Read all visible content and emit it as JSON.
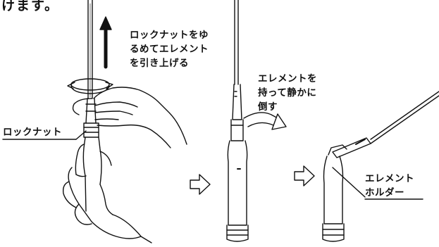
{
  "heading": "けます。",
  "step1": {
    "instruction_lines": [
      "ロックナットをゆ",
      "るめてエレメント",
      "を引き上げる"
    ],
    "part_label": "ロックナット"
  },
  "step2": {
    "instruction_lines": [
      "エレメントを",
      "持って静かに",
      "倒す"
    ]
  },
  "step3": {
    "part_label_lines": [
      "エレメント",
      "ホルダー"
    ]
  },
  "colors": {
    "ink": "#111111",
    "background": "#ffffff"
  }
}
